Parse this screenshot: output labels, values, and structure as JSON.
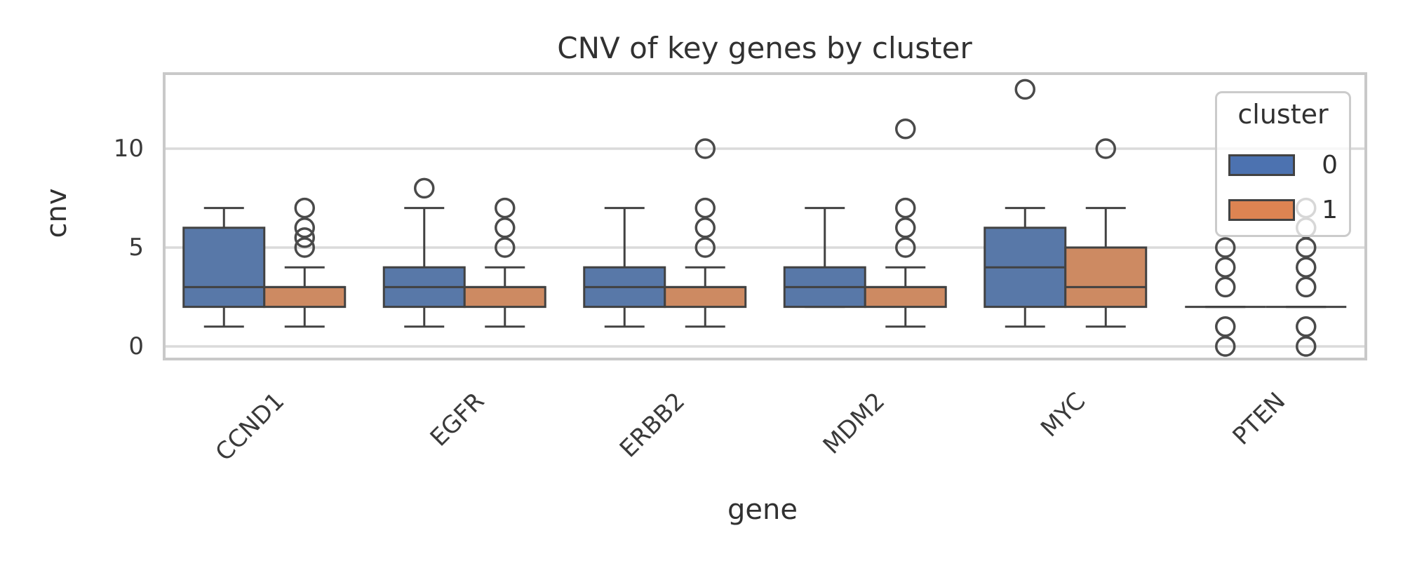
{
  "figure": {
    "background": "#ffffff"
  },
  "chart_data": {
    "type": "box",
    "title": "CNV of key genes by cluster",
    "xlabel": "gene",
    "ylabel": "cnv",
    "categories": [
      "CCND1",
      "EGFR",
      "ERBB2",
      "MDM2",
      "MYC",
      "PTEN"
    ],
    "y_ticks": [
      0,
      5,
      10
    ],
    "y_tick_labels": [
      "0",
      "5",
      "10"
    ],
    "ylim": [
      -0.65,
      13.8
    ],
    "grid": "horizontal-y",
    "legend": {
      "title": "cluster",
      "position": "upper-right",
      "entries": [
        {
          "label": "0",
          "color": "#4C72B0"
        },
        {
          "label": "1",
          "color": "#DD8452"
        }
      ]
    },
    "series": [
      {
        "name": "0",
        "fill": "#5878A8",
        "boxes": [
          {
            "gene": "CCND1",
            "whislo": 1,
            "q1": 2,
            "med": 3,
            "q3": 6,
            "whishi": 7,
            "fliers": []
          },
          {
            "gene": "EGFR",
            "whislo": 1,
            "q1": 2,
            "med": 3,
            "q3": 4,
            "whishi": 7,
            "fliers": [
              8
            ]
          },
          {
            "gene": "ERBB2",
            "whislo": 1,
            "q1": 2,
            "med": 3,
            "q3": 4,
            "whishi": 7,
            "fliers": []
          },
          {
            "gene": "MDM2",
            "whislo": 2,
            "q1": 2,
            "med": 3,
            "q3": 4,
            "whishi": 7,
            "fliers": []
          },
          {
            "gene": "MYC",
            "whislo": 1,
            "q1": 2,
            "med": 4,
            "q3": 6,
            "whishi": 7,
            "fliers": [
              13
            ]
          },
          {
            "gene": "PTEN",
            "whislo": 2,
            "q1": 2,
            "med": 2,
            "q3": 2,
            "whishi": 2,
            "fliers": [
              5,
              4,
              3,
              1,
              0
            ]
          }
        ]
      },
      {
        "name": "1",
        "fill": "#CD8A62",
        "boxes": [
          {
            "gene": "CCND1",
            "whislo": 1,
            "q1": 2,
            "med": 3,
            "q3": 3,
            "whishi": 4,
            "fliers": [
              7,
              6,
              5.5,
              5
            ]
          },
          {
            "gene": "EGFR",
            "whislo": 1,
            "q1": 2,
            "med": 3,
            "q3": 3,
            "whishi": 4,
            "fliers": [
              7,
              6,
              5
            ]
          },
          {
            "gene": "ERBB2",
            "whislo": 1,
            "q1": 2,
            "med": 3,
            "q3": 3,
            "whishi": 4,
            "fliers": [
              10,
              7,
              6,
              5
            ]
          },
          {
            "gene": "MDM2",
            "whislo": 1,
            "q1": 2,
            "med": 3,
            "q3": 3,
            "whishi": 4,
            "fliers": [
              11,
              7,
              6,
              5
            ]
          },
          {
            "gene": "MYC",
            "whislo": 1,
            "q1": 2,
            "med": 3,
            "q3": 5,
            "whishi": 7,
            "fliers": [
              10
            ]
          },
          {
            "gene": "PTEN",
            "whislo": 2,
            "q1": 2,
            "med": 2,
            "q3": 2,
            "whishi": 2,
            "fliers": [
              7,
              6,
              5,
              4,
              3,
              1,
              0
            ]
          }
        ]
      }
    ],
    "style": {
      "grid_color": "#DADADA",
      "spine_color": "#C9C9C9",
      "box_edge_color": "#424242",
      "flier_edge_color": "#4A4A4A",
      "text_color": "#313131",
      "tick_text_color": "#3A3A3A"
    }
  }
}
